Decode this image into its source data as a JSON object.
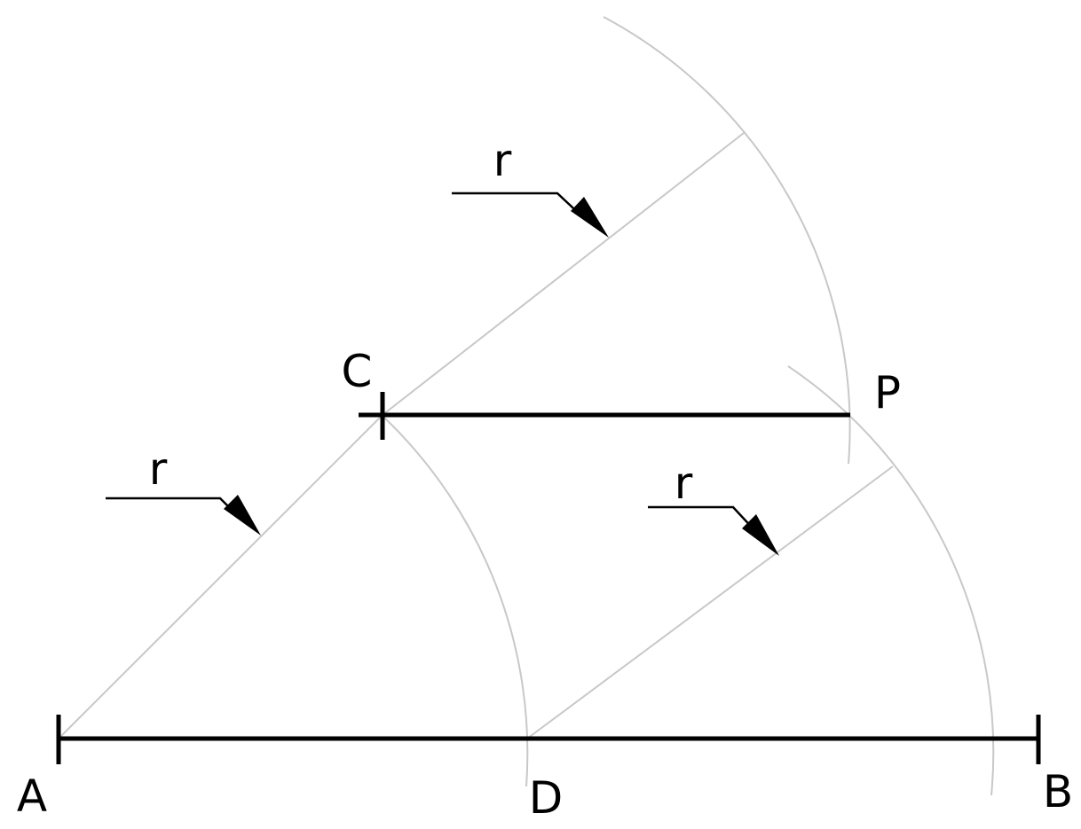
{
  "labels": {
    "point_a": "A",
    "point_b": "B",
    "point_c": "C",
    "point_d": "D",
    "point_p": "P",
    "radius_1": "r",
    "radius_2": "r",
    "radius_3": "r"
  },
  "colors": {
    "main_line": "#000000",
    "construction_line": "#c8c8c8",
    "background": "#ffffff"
  }
}
